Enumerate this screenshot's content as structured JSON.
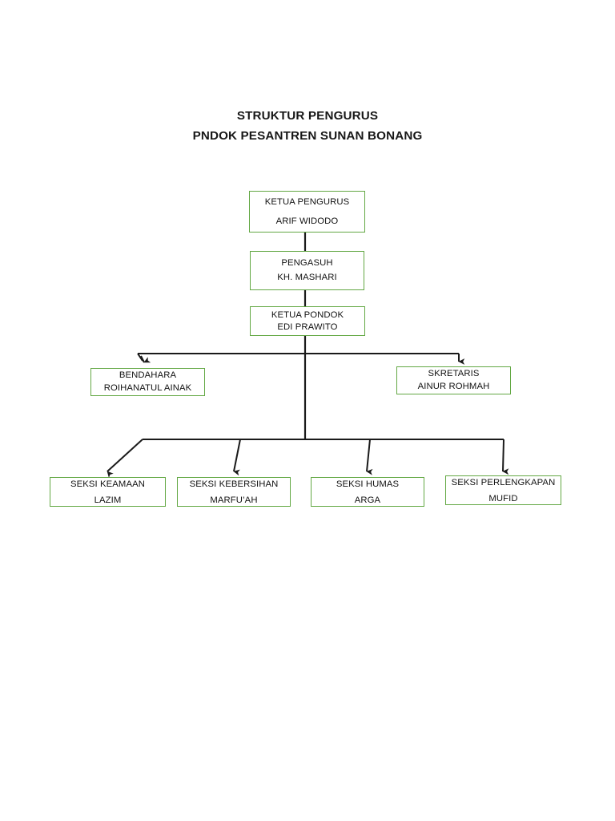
{
  "document": {
    "title_lines": [
      "STRUKTUR PENGURUS",
      "PNDOK PESANTREN SUNAN BONANG"
    ]
  },
  "theme": {
    "box_border": "#63a844",
    "connector": "#1a1a1a",
    "text": "#121212",
    "background": "#ffffff"
  },
  "chart_data": {
    "type": "diagram",
    "diagram_type": "organizational-chart",
    "title": "STRUKTUR PENGURUS PNDOK PESANTREN SUNAN BONANG",
    "nodes": [
      {
        "id": "ketua-pengurus",
        "role": "KETUA PENGURUS",
        "name": "ARIF WIDODO",
        "level": 0
      },
      {
        "id": "pengasuh",
        "role": "PENGASUH",
        "name": "KH. MASHARI",
        "level": 1
      },
      {
        "id": "ketua-pondok",
        "role": "KETUA PONDOK",
        "name": "EDI PRAWITO",
        "level": 2
      },
      {
        "id": "bendahara",
        "role": "BENDAHARA",
        "name": "ROIHANATUL AINAK",
        "level": 3
      },
      {
        "id": "skretaris",
        "role": "SKRETARIS",
        "name": "AINUR ROHMAH",
        "level": 3
      },
      {
        "id": "seksi-keamaan",
        "role": "SEKSI KEAMAAN",
        "name": "LAZIM",
        "level": 4
      },
      {
        "id": "seksi-kebersihan",
        "role": "SEKSI KEBERSIHAN",
        "name": "MARFU’AH",
        "level": 4
      },
      {
        "id": "seksi-humas",
        "role": "SEKSI HUMAS",
        "name": "ARGA",
        "level": 4
      },
      {
        "id": "seksi-perlengkapan",
        "role": "SEKSI PERLENGKAPAN",
        "name": "MUFID",
        "level": 4
      }
    ],
    "edges": [
      {
        "from": "ketua-pengurus",
        "to": "pengasuh",
        "style": "plain"
      },
      {
        "from": "pengasuh",
        "to": "ketua-pondok",
        "style": "plain"
      },
      {
        "from": "ketua-pondok",
        "to": "bendahara",
        "style": "arrow"
      },
      {
        "from": "ketua-pondok",
        "to": "skretaris",
        "style": "arrow"
      },
      {
        "from": "ketua-pondok",
        "to": "seksi-keamaan",
        "style": "arrow"
      },
      {
        "from": "ketua-pondok",
        "to": "seksi-kebersihan",
        "style": "arrow"
      },
      {
        "from": "ketua-pondok",
        "to": "seksi-humas",
        "style": "arrow"
      },
      {
        "from": "ketua-pondok",
        "to": "seksi-perlengkapan",
        "style": "arrow"
      }
    ]
  }
}
